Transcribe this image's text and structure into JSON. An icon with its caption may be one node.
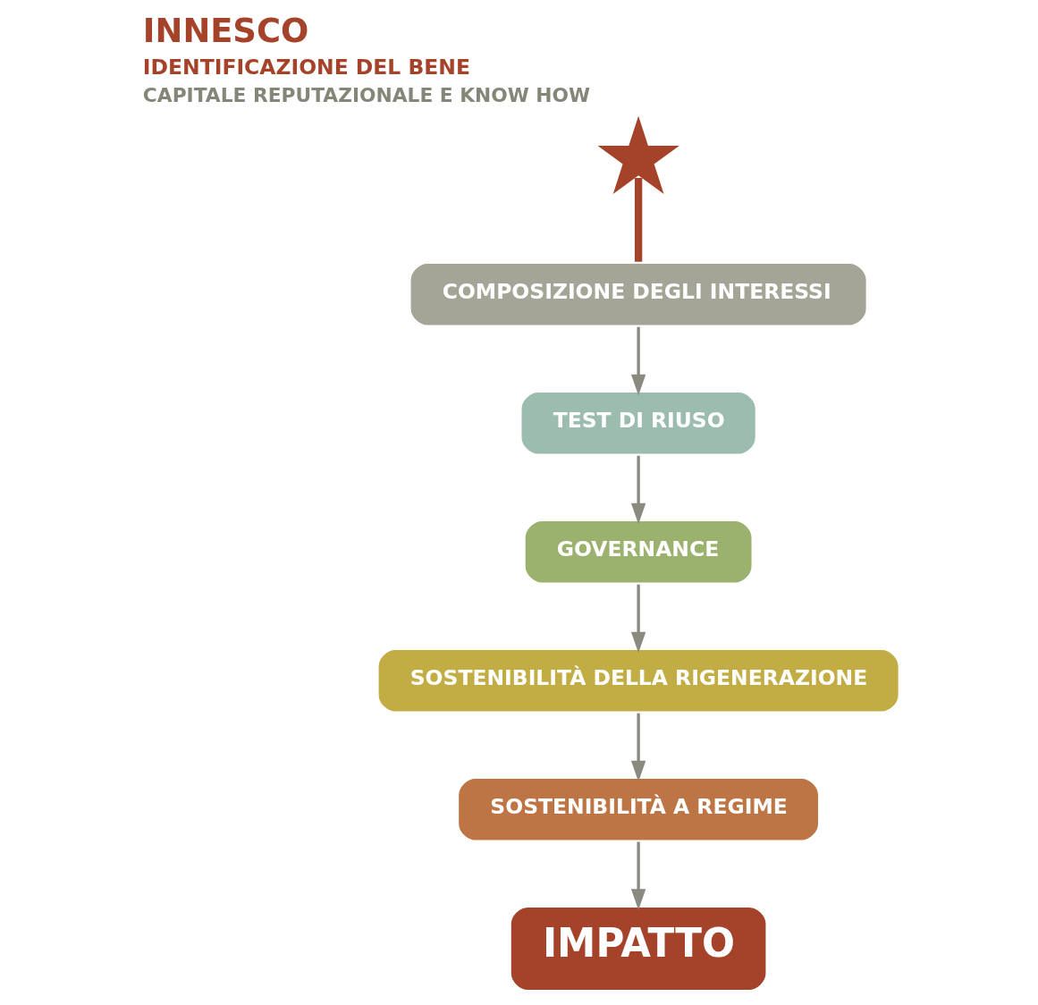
{
  "diagram": {
    "nodes": [
      {
        "text": [],
        "shape": "star",
        "beside": [
          "INNESCO",
          "IDENTIFICAZIONE DEL BENE",
          "CAPITALE REPUTAZIONALE E KNOW HOW"
        ]
      },
      {
        "text": [
          "COMPOSIZIONE DEGLI INTERESSI"
        ]
      },
      {
        "text": [
          "TEST DI RIUSO"
        ]
      },
      {
        "text": [
          "GOVERNANCE"
        ]
      },
      {
        "text": [
          "SOSTENIBILITÀ DELLA RIGENERAZIONE"
        ]
      },
      {
        "text": [
          "SOSTENIBILITÀ A REGIME"
        ]
      },
      {
        "text": [
          "IMPATTO"
        ]
      }
    ],
    "edges": [
      {
        "from": 0,
        "to": 1,
        "arrow": "none",
        "style": "thick",
        "color": "#a5432a"
      },
      {
        "from": 1,
        "to": 2,
        "arrow": "to"
      },
      {
        "from": 2,
        "to": 3,
        "arrow": "to"
      },
      {
        "from": 3,
        "to": 4,
        "arrow": "to"
      },
      {
        "from": 4,
        "to": 5,
        "arrow": "to"
      },
      {
        "from": 5,
        "to": 6,
        "arrow": "to"
      }
    ]
  }
}
